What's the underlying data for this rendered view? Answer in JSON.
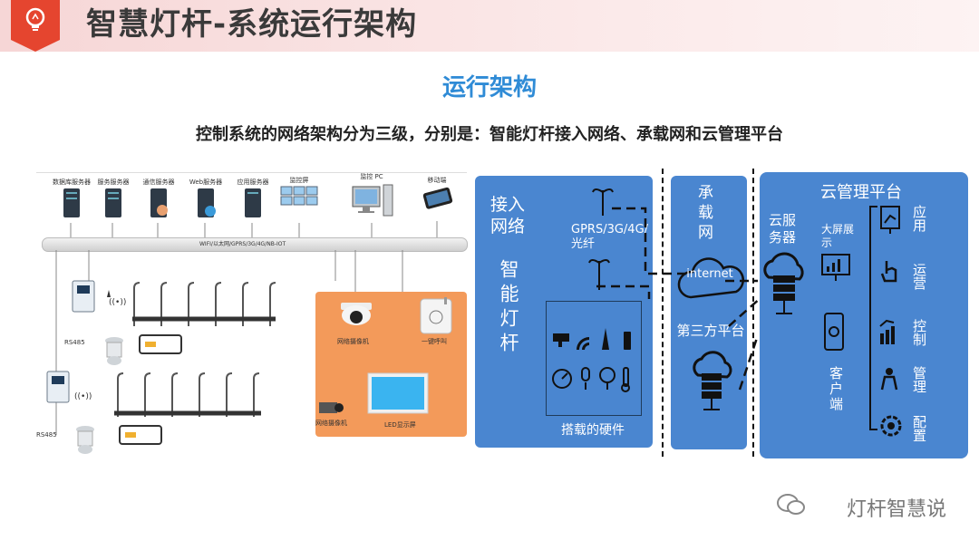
{
  "header": {
    "title": "智慧灯杆-系统运行架构"
  },
  "subtitle": "运行架构",
  "description": "控制系统的网络架构分为三级，分别是：智能灯杆接入网络、承载网和云管理平台",
  "left_diagram": {
    "servers": [
      "数据库服务器",
      "服务服务器",
      "通信服务器",
      "Web服务器",
      "应用服务器"
    ],
    "monitor_wall": "监控屏",
    "pc": "监控 PC",
    "phone": "移动端",
    "bus": "WIFI/以太网/GPRS/3G/4G/NB-IOT",
    "rs485_1": "RS485",
    "rs485_2": "RS485",
    "dome_camera": "网络摄像机",
    "box_camera": "网络摄像机",
    "call_button": "一键呼叫",
    "led_screen": "LED显示屏"
  },
  "access_panel": {
    "title": "接入网络",
    "subtitle": "智能灯杆",
    "network": "GPRS/3G/4G/光纤",
    "hardware_label": "搭载的硬件"
  },
  "bearer_panel": {
    "title": "承载网",
    "internet": "internet",
    "third_party": "第三方平台"
  },
  "cloud_panel": {
    "title": "云管理平台",
    "server_label": "云服务器",
    "big_screen": "大屏展示",
    "client": "客户端",
    "items": [
      "应用",
      "运营",
      "控制",
      "管理",
      "配置"
    ]
  },
  "watermark": "灯杆智慧说",
  "colors": {
    "accent": "#2f8bd6",
    "panel": "#4a86d0",
    "orange": "#f39a5a",
    "badge": "#e5452f"
  }
}
